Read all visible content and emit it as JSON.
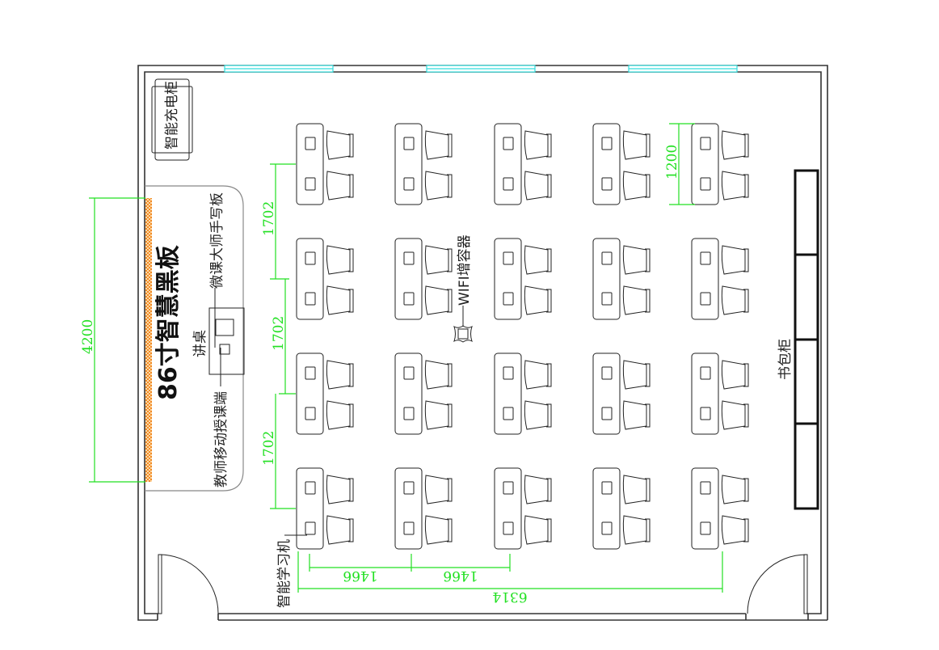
{
  "labels": {
    "charging_cabinet": "智能充电柜",
    "blackboard": "86寸智慧黑板",
    "podium": "讲桌",
    "handwriting_board": "微课大师手写板",
    "mobile_teaching": "教师移动授课端",
    "wifi": "WIFI增容器",
    "bag_cabinet": "书包柜",
    "learning_machine": "智能学习机"
  },
  "dimensions": {
    "row_spacing_1": "1702",
    "row_spacing_2": "1702",
    "row_spacing_3": "1702",
    "desk_length": "1200",
    "blackboard_width": "4200",
    "col_spacing_1": "1466",
    "col_spacing_2": "1466",
    "total_width": "6314"
  },
  "layout_info": {
    "desk_columns": 5,
    "desk_rows": 4,
    "seats_per_desk": 2
  },
  "colors": {
    "dimension": "#22e022",
    "window": "#33dddd",
    "blackboard_strip": "#f08a24"
  }
}
